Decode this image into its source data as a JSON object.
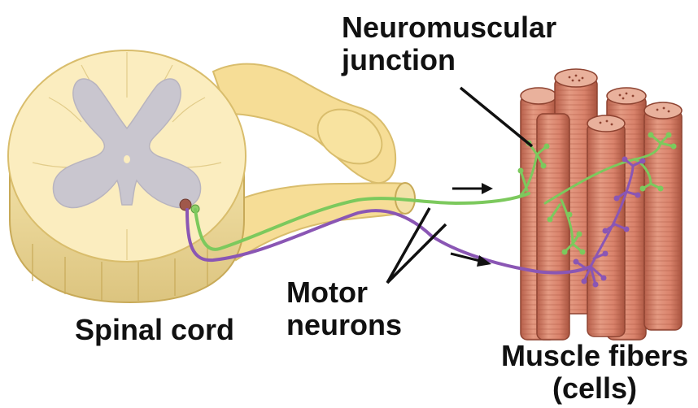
{
  "labels": {
    "neuromuscular_junction_line1": "Neuromuscular",
    "neuromuscular_junction_line2": "junction",
    "motor_neurons_line1": "Motor",
    "motor_neurons_line2": "neurons",
    "spinal_cord": "Spinal cord",
    "muscle_fibers_line1": "Muscle fibers",
    "muscle_fibers_line2": "(cells)"
  },
  "colors": {
    "cord_white_matter": "#fbedbf",
    "cord_side": "#ead79b",
    "gray_matter": "#c9c6cf",
    "nerve_root": "#f6dd96",
    "green_neuron": "#7cc95d",
    "purple_neuron": "#8a56b4",
    "muscle_fiber": "#d9826b",
    "muscle_fiber_dark": "#b8604b",
    "pointer": "#111111"
  },
  "icons": {
    "spinal_cord": "spinal-cord-cross-section",
    "muscle": "muscle-fiber-bundle",
    "arrow": "right-arrow"
  }
}
